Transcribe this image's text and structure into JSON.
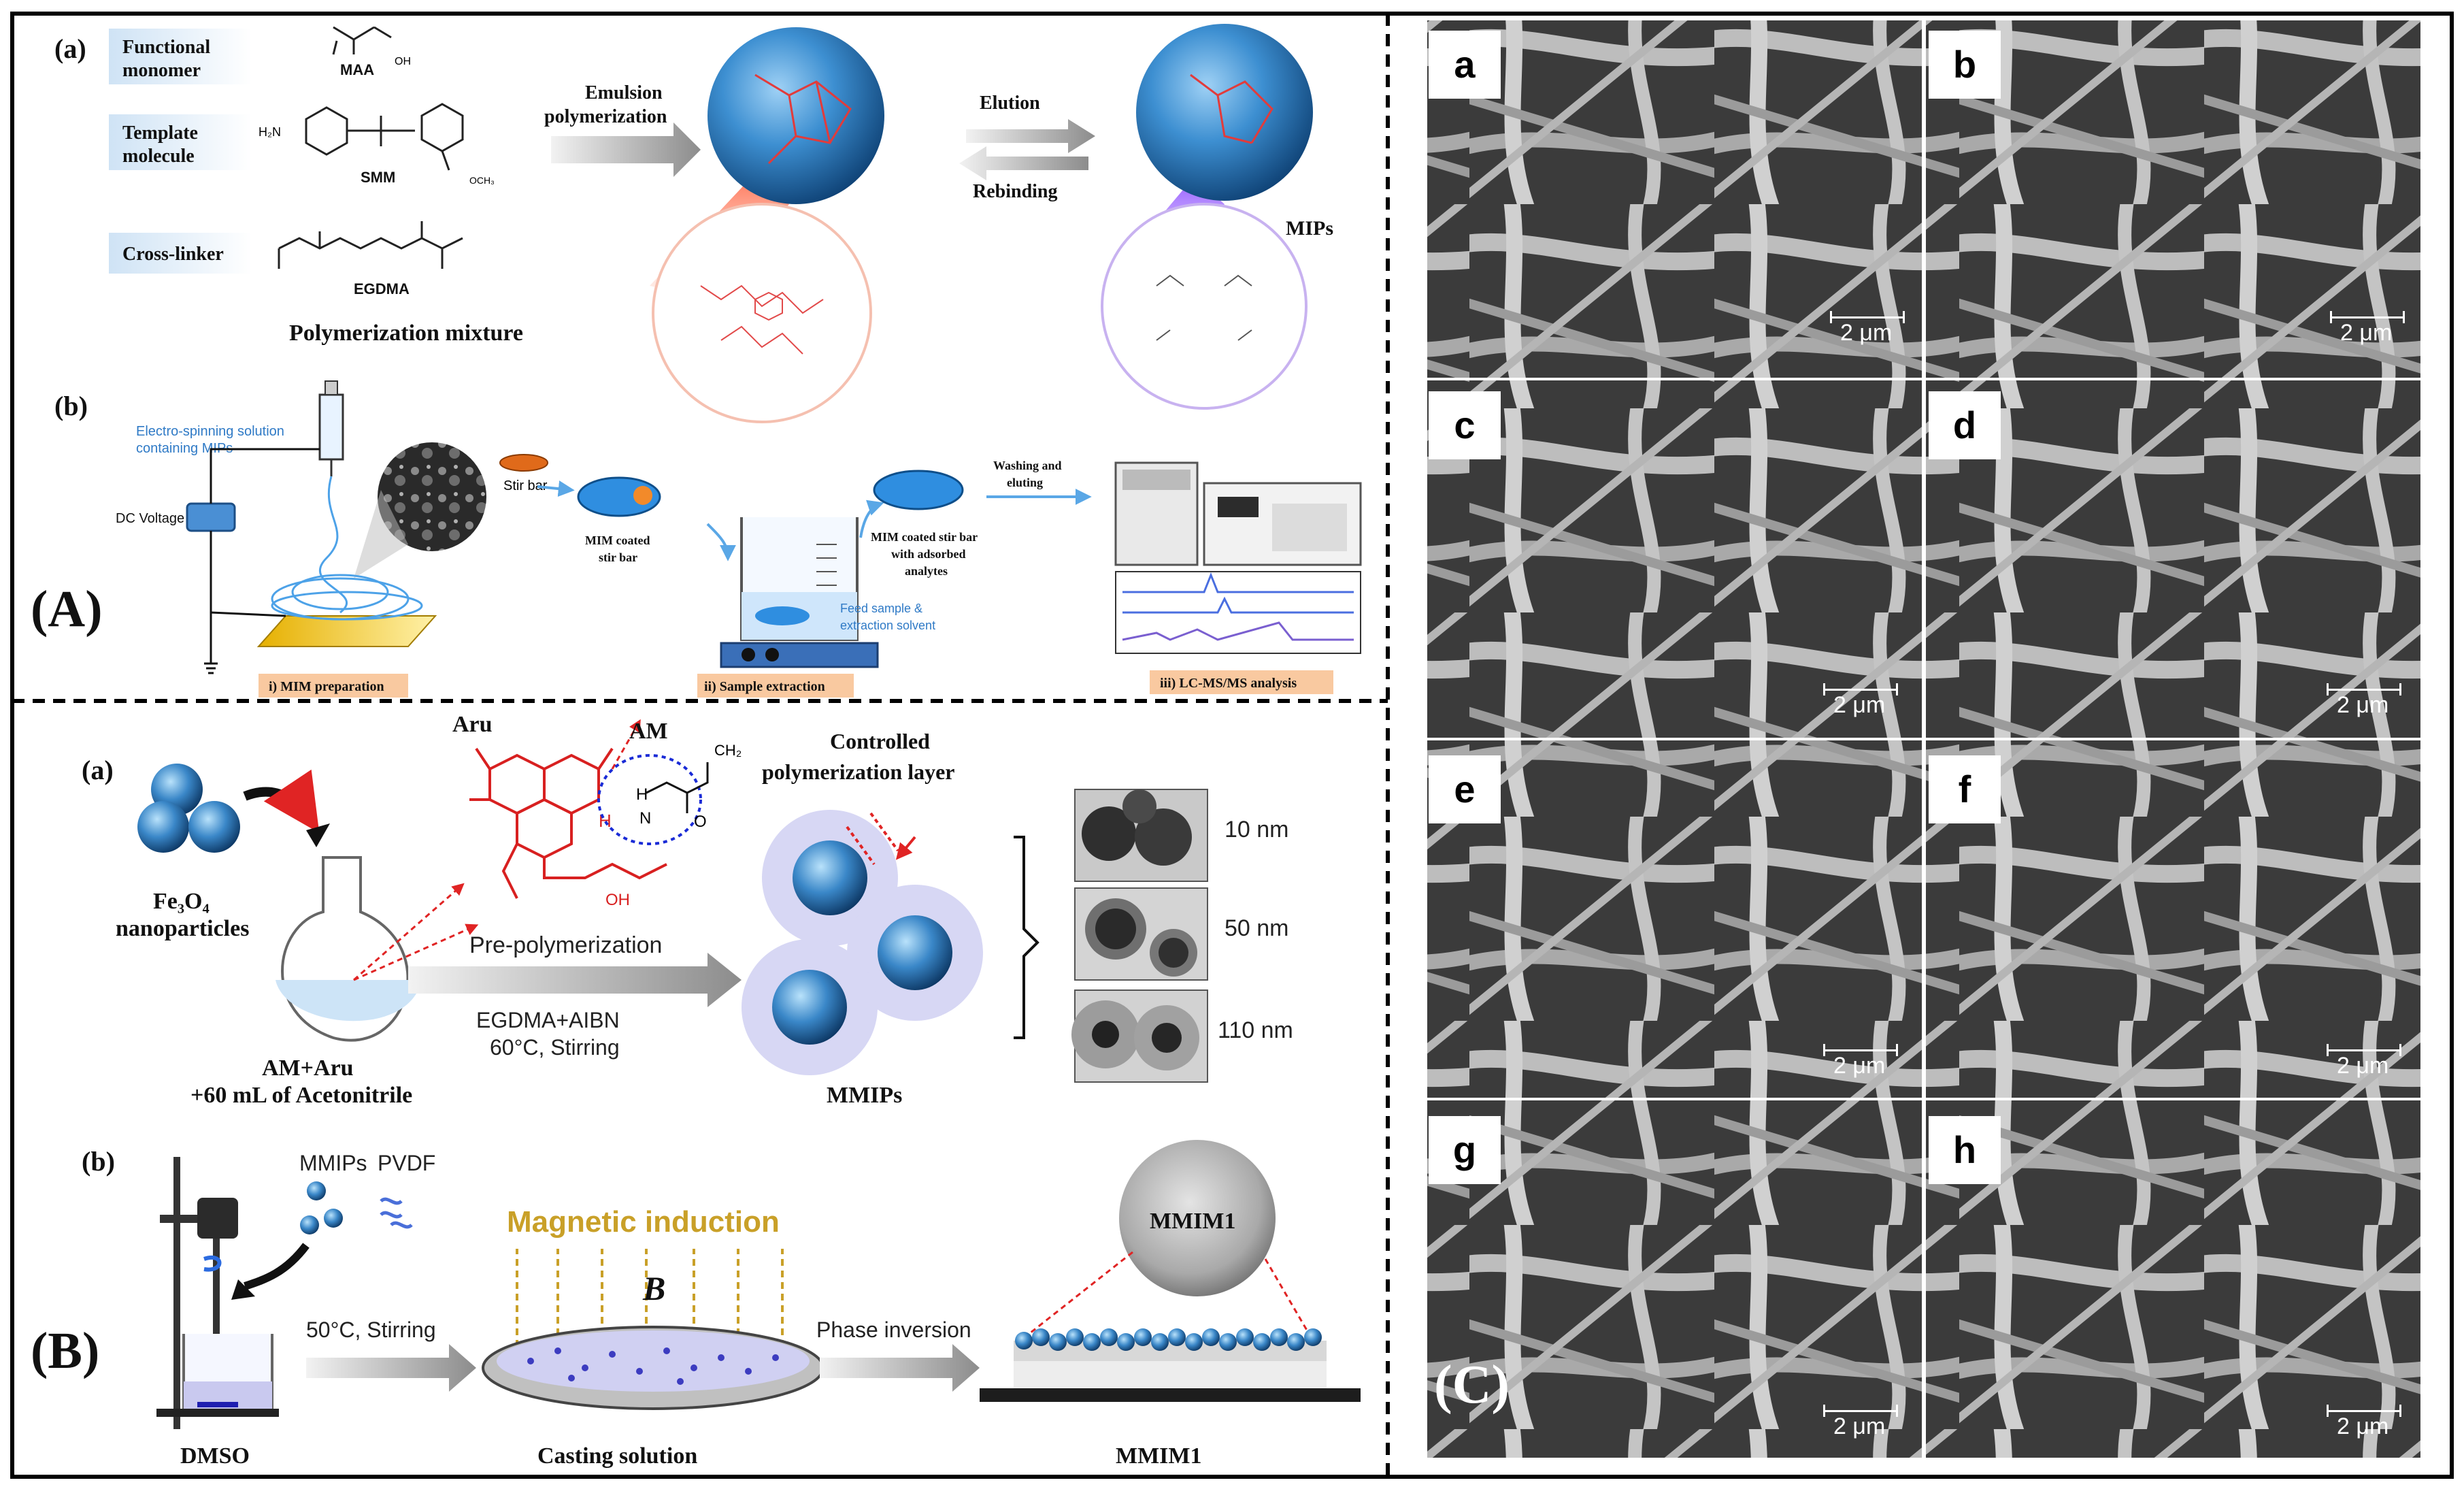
{
  "panel_A": {
    "label": "(A)",
    "sub_a": {
      "label": "(a)",
      "functional_monomer": "Functional monomer",
      "template_molecule": "Template molecule",
      "cross_linker": "Cross-linker",
      "maa": "MAA",
      "smm": "SMM",
      "egdma": "EGDMA",
      "mixture": "Polymerization mixture",
      "emulsion": "Emulsion polymerization",
      "elution": "Elution",
      "rebinding": "Rebinding",
      "mips": "MIPs",
      "oh": "OH",
      "h2n": "H₂N",
      "och3": "OCH₃"
    },
    "sub_b": {
      "label": "(b)",
      "electrospinning": "Electro-spinning solution containing MIPs",
      "dc_voltage": "DC Voltage",
      "stir_bar": "Stir bar",
      "mim_coated": "MIM coated stir bar",
      "feed_sample": "Feed sample & extraction solvent",
      "mim_adsorbed": "MIM coated stir bar with adsorbed analytes",
      "washing": "Washing and eluting",
      "step1": "i) MIM preparation",
      "step2": "ii) Sample extraction",
      "step3": "iii) LC-MS/MS analysis"
    }
  },
  "panel_B": {
    "label": "(B)",
    "sub_a": {
      "label": "(a)",
      "aru": "Aru",
      "am": "AM",
      "fe3o4": "Fe₃O₄ nanoparticles",
      "controlled": "Controlled polymerization layer",
      "prepoly": "Pre-polymerization",
      "egdma_aibn": "EGDMA+AIBN",
      "cond": "60°C, Stirring",
      "am_aru": "AM+Aru",
      "acetonitrile": "+60 mL of Acetonitrile",
      "mmips": "MMIPs",
      "t10": "10 nm",
      "t50": "50 nm",
      "t110": "110 nm",
      "oh": "OH",
      "ch2": "CH₂",
      "h": "H",
      "n": "N",
      "o": "O"
    },
    "sub_b": {
      "label": "(b)",
      "mmips": "MMIPs",
      "pvdf": "PVDF",
      "magnetic": "Magnetic induction",
      "b": "B",
      "cond": "50°C, Stirring",
      "phase": "Phase inversion",
      "dmso": "DMSO",
      "casting": "Casting solution",
      "mmim1": "MMIM1",
      "mmim1_sphere": "MMIM1"
    }
  },
  "panel_C": {
    "label": "(C)",
    "scale": "2 μm",
    "letters": [
      "a",
      "b",
      "c",
      "d",
      "e",
      "f",
      "g",
      "h"
    ]
  }
}
